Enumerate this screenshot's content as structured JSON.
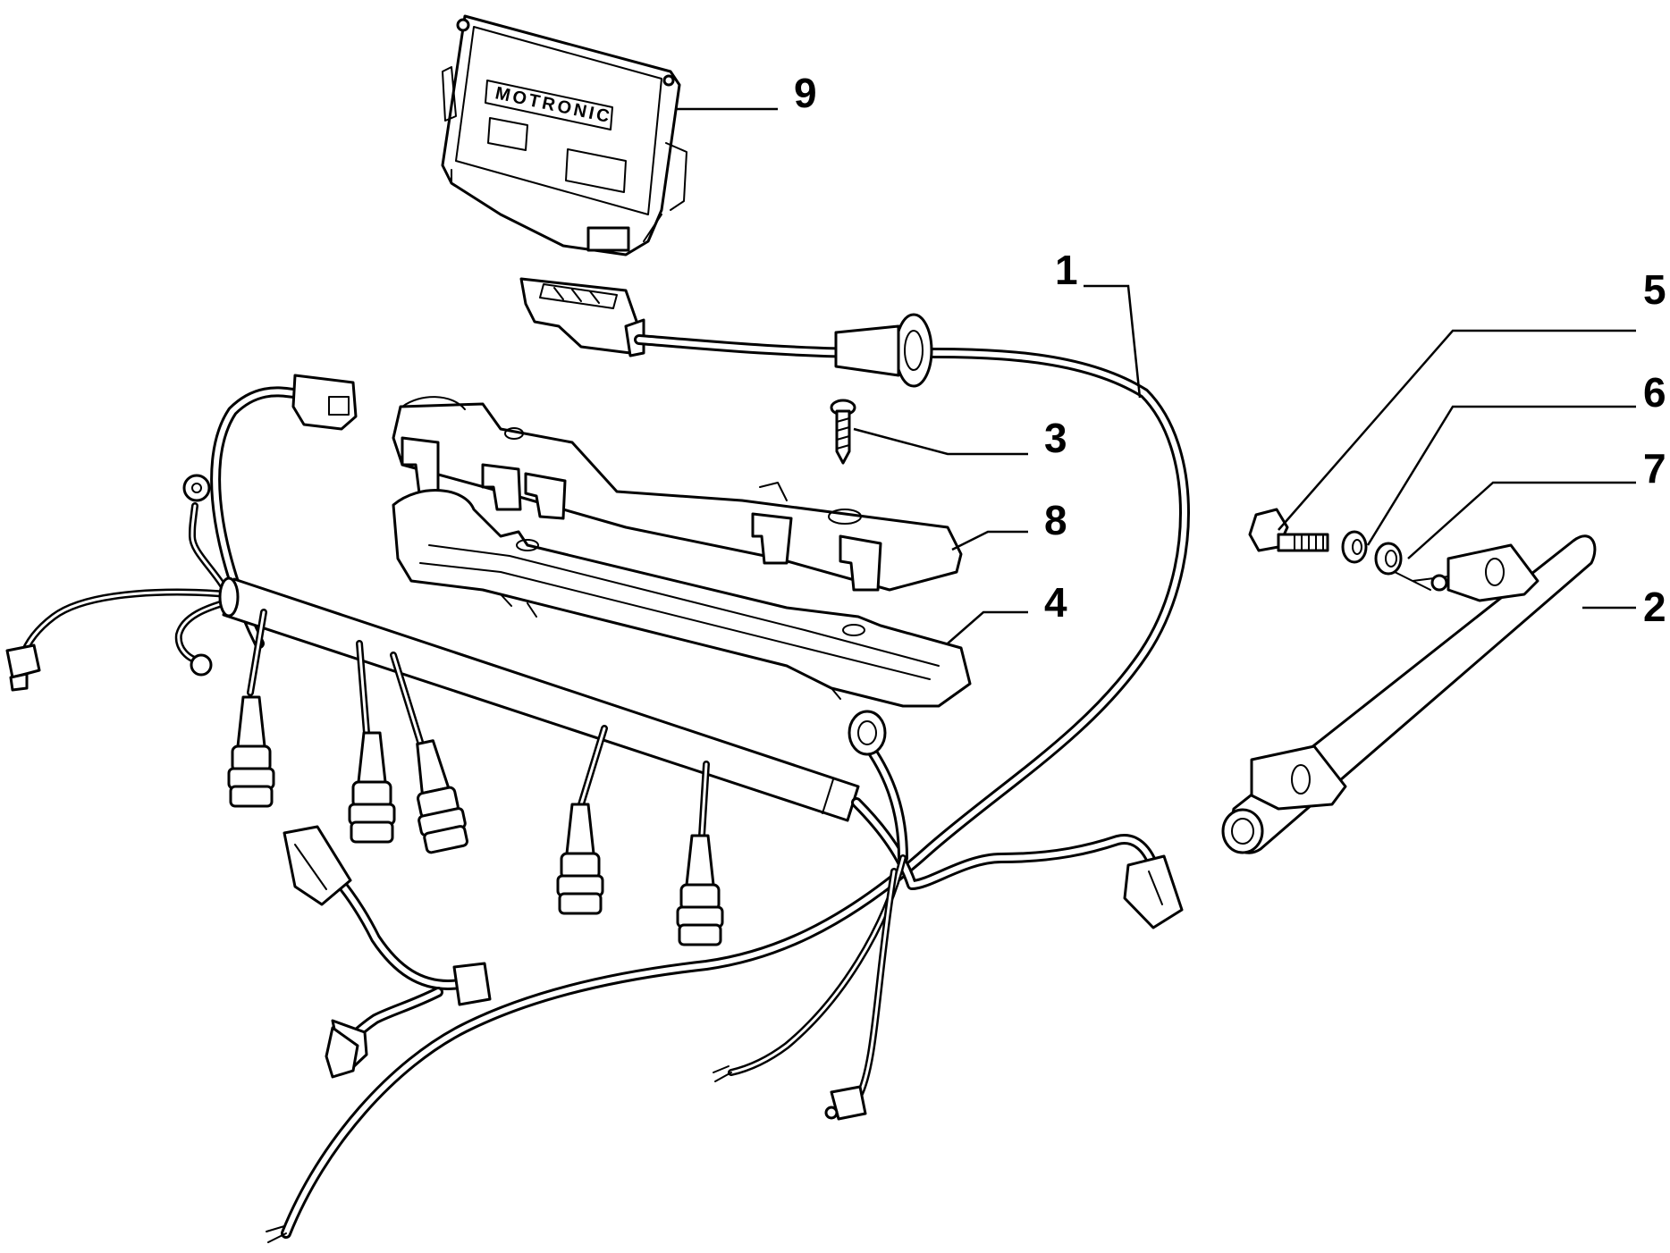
{
  "ecu": {
    "label": "MOTRONIC"
  },
  "callouts": [
    {
      "id": "9",
      "label": "9"
    },
    {
      "id": "1",
      "label": "1"
    },
    {
      "id": "5",
      "label": "5"
    },
    {
      "id": "6",
      "label": "6"
    },
    {
      "id": "3",
      "label": "3"
    },
    {
      "id": "7",
      "label": "7"
    },
    {
      "id": "8",
      "label": "8"
    },
    {
      "id": "4",
      "label": "4"
    },
    {
      "id": "2",
      "label": "2"
    }
  ]
}
